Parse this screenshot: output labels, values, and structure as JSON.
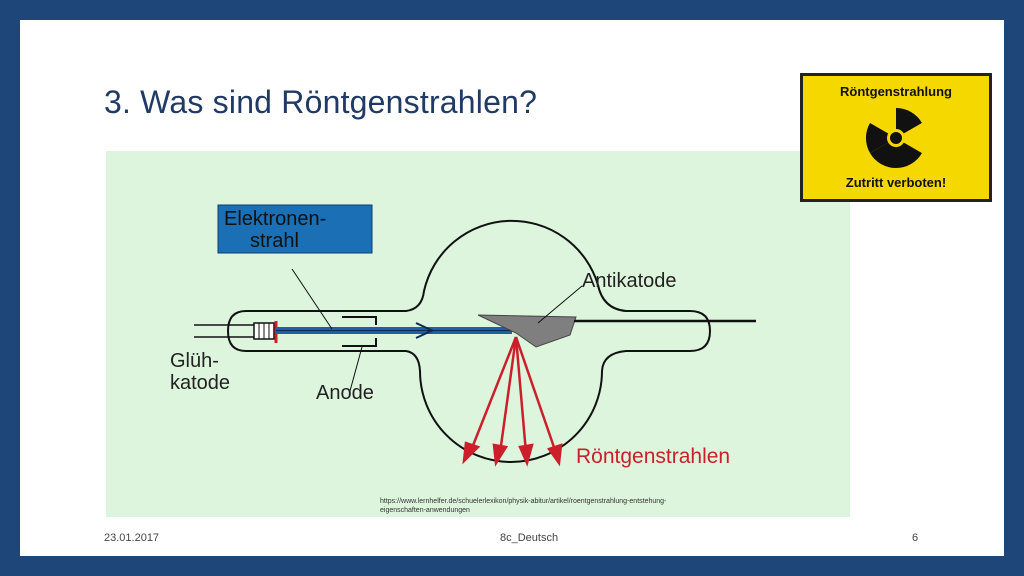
{
  "slide": {
    "title": "3. Was sind Röntgenstrahlen?",
    "footer": {
      "date": "23.01.2017",
      "center": "8c_Deutsch",
      "page": "6"
    }
  },
  "sign": {
    "top_text": "Röntgenstrahlung",
    "bottom_text": "Zutritt verboten!",
    "bg_color": "#f4d800"
  },
  "diagram": {
    "labels": {
      "electron_beam_line1": "Elektronen-",
      "electron_beam_line2": "strahl",
      "antikatode": "Antikatode",
      "gluehkatode_line1": "Glüh-",
      "gluehkatode_line2": "katode",
      "anode": "Anode",
      "roentgenstrahlen": "Röntgenstrahlen"
    },
    "source_text": "https://www.lernhelfer.de/schuelerlexikon/physik-abitur/artikel/roentgenstrahlung-entstehung-eigenschaften-anwendungen",
    "colors": {
      "background": "#dcf5dc",
      "beam": "#1f5fa8",
      "label_box": "#1a6fb5",
      "rays": "#cc1f2b"
    }
  }
}
